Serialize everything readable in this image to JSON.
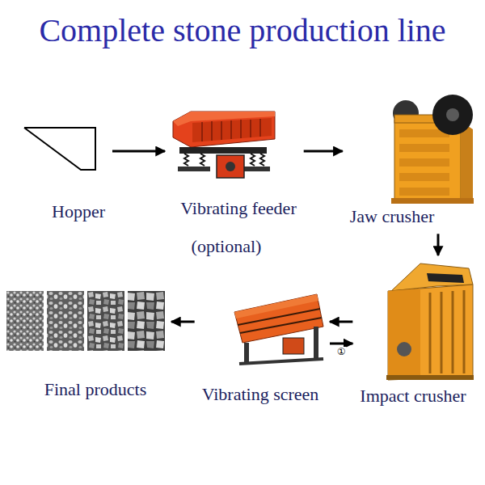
{
  "diagram": {
    "title": "Complete stone production line",
    "nodes": [
      {
        "text": [
          "Hopper"
        ]
      },
      {
        "text": [
          "Vibrating feeder",
          "(optional)"
        ]
      },
      {
        "text": [
          "Jaw crusher"
        ]
      },
      {
        "text": [
          "Impact crusher"
        ]
      },
      {
        "text": [
          "Vibrating screen"
        ]
      },
      {
        "text": [
          "Final products"
        ]
      }
    ],
    "edges": [
      {
        "from": 0,
        "to": 1,
        "arrow": "to"
      },
      {
        "from": 1,
        "to": 2,
        "arrow": "to"
      },
      {
        "from": 2,
        "to": 3,
        "arrow": "to"
      },
      {
        "from": 3,
        "to": 4,
        "arrow": "to"
      },
      {
        "from": 4,
        "to": 3,
        "label": "①",
        "arrow": "to"
      },
      {
        "from": 4,
        "to": 5,
        "arrow": "to"
      }
    ]
  }
}
